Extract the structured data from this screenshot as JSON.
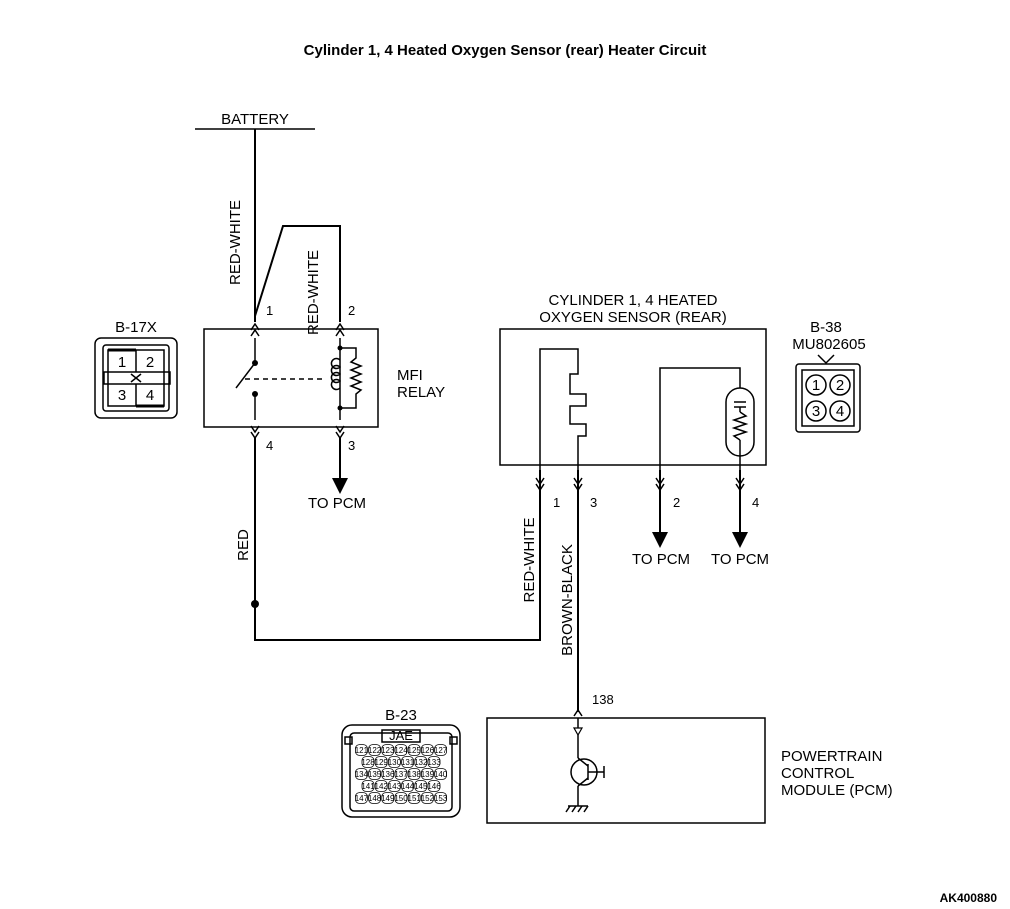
{
  "title": "Cylinder 1, 4 Heated Oxygen Sensor (rear) Heater Circuit",
  "figure_code": "AK400880",
  "battery_label": "BATTERY",
  "wires": {
    "battery_to_relay": "RED-WHITE",
    "relay_coil": "RED-WHITE",
    "relay_to_sensor": "RED",
    "sensor_pin1": "RED-WHITE",
    "sensor_to_pcm": "BROWN-BLACK"
  },
  "relay": {
    "name_line1": "MFI",
    "name_line2": "RELAY",
    "pins": [
      "1",
      "2",
      "4",
      "3"
    ],
    "to_pcm": "TO PCM"
  },
  "sensor": {
    "name_line1": "CYLINDER 1, 4 HEATED",
    "name_line2": "OXYGEN SENSOR (REAR)",
    "pins": [
      "1",
      "3",
      "2",
      "4"
    ],
    "to_pcm_2": "TO PCM",
    "to_pcm_4": "TO PCM"
  },
  "pcm": {
    "name_line1": "POWERTRAIN",
    "name_line2": "CONTROL",
    "name_line3": "MODULE (PCM)",
    "pin": "138"
  },
  "connectors": {
    "b17x": {
      "id": "B-17X",
      "pins": [
        "1",
        "2",
        "3",
        "4"
      ]
    },
    "b38": {
      "id": "B-38",
      "part": "MU802605",
      "pins": [
        "1",
        "2",
        "3",
        "4"
      ]
    },
    "b23": {
      "id": "B-23",
      "maker": "JAE",
      "row1": [
        "121",
        "122",
        "123",
        "124",
        "125",
        "126",
        "127"
      ],
      "row2": [
        "128",
        "129",
        "130",
        "131",
        "132",
        "133"
      ],
      "row3": [
        "134",
        "135",
        "136",
        "137",
        "138",
        "139",
        "140"
      ],
      "row4": [
        "141",
        "142",
        "143",
        "144",
        "145",
        "146"
      ],
      "row5": [
        "147",
        "148",
        "149",
        "150",
        "151",
        "152",
        "153"
      ]
    }
  }
}
